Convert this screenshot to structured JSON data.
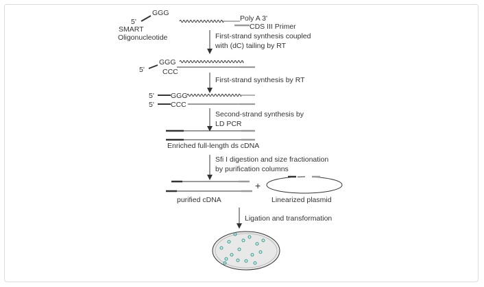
{
  "labels": {
    "five_prime": "5'",
    "ggg": "GGG",
    "ccc": "CCC",
    "smart_line1": "SMART",
    "smart_line2": "Oligonucleotide",
    "poly_a": "Poly A 3'",
    "cds_primer": "CDS III Primer",
    "step1_line1": "First-strand synthesis coupled",
    "step1_line2": "with (dC) tailing by RT",
    "step2": "First-strand synthesis by RT",
    "step3_line1": "Second-strand synthesis by",
    "step3_line2": "LD PCR",
    "enriched": "Enriched full-length ds cDNA",
    "step4_line1": "Sfi I digestion and size fractionation",
    "step4_line2": "by purification columns",
    "plus": "+",
    "purified": "purified cDNA",
    "plasmid": "Linearized plasmid",
    "step5": "Ligation and transformation"
  },
  "colors": {
    "line": "#333333",
    "gray_segment": "#999999",
    "dark_segment": "#333333",
    "colony": "#2a9d8f",
    "dish_fill": "#e6e6e6"
  }
}
